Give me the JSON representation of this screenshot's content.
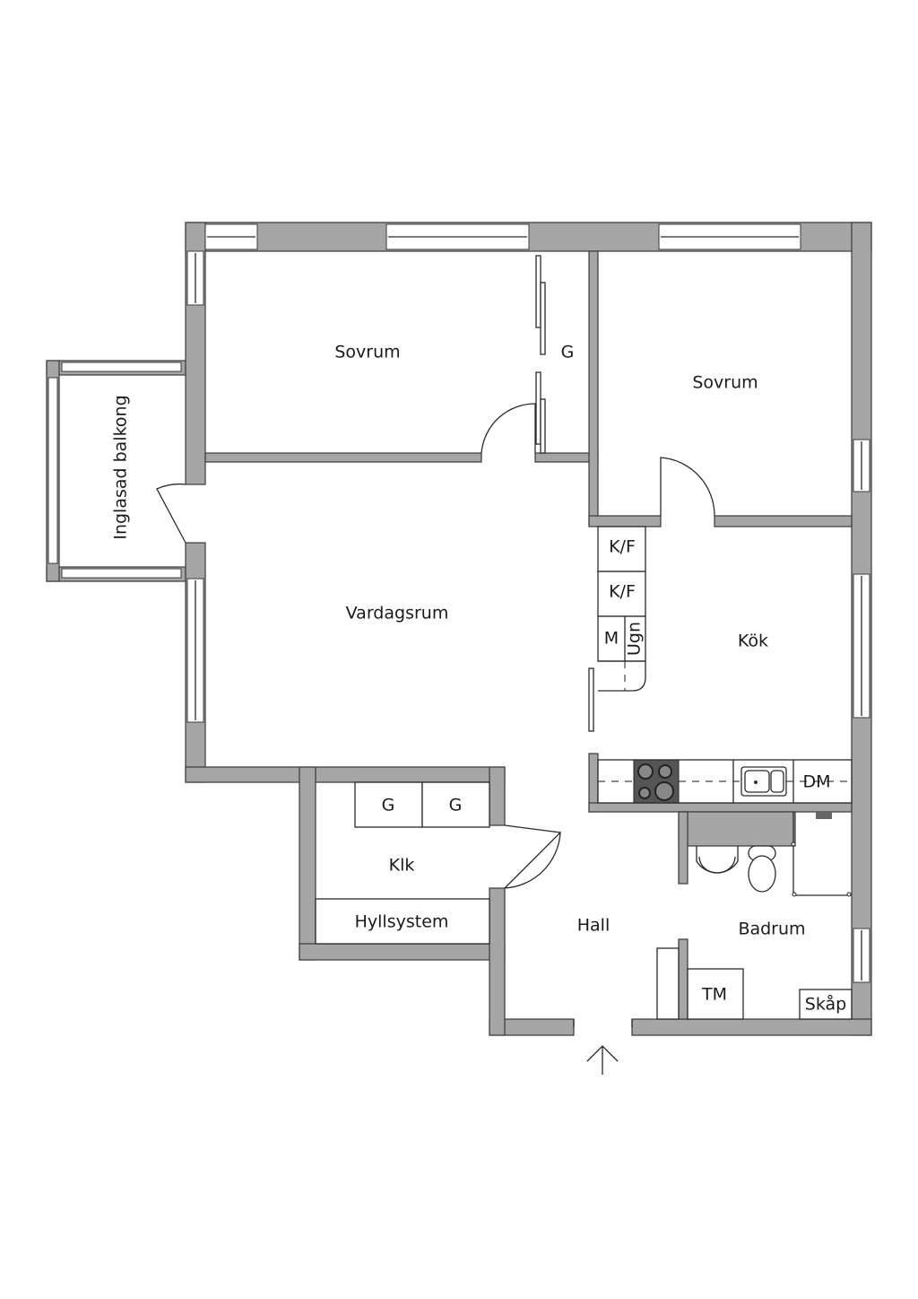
{
  "rooms": {
    "bedroom_1": "Sovrum",
    "bedroom_2": "Sovrum",
    "closet": "G",
    "balcony": "Inglasad balkong",
    "living_room": "Vardagsrum",
    "kitchen": "Kök",
    "walk_in_closet": "Klk",
    "hall": "Hall",
    "bathroom": "Badrum"
  },
  "fixtures": {
    "fridge_1": "K/F",
    "fridge_2": "K/F",
    "microwave": "M",
    "oven": "Ugn",
    "dishwasher": "DM",
    "closet_g1": "G",
    "closet_g2": "G",
    "shelving": "Hyllsystem",
    "washing_machine": "TM",
    "cabinet": "Skåp"
  },
  "colors": {
    "wall": "#a6a6a6",
    "stove": "#555555"
  }
}
